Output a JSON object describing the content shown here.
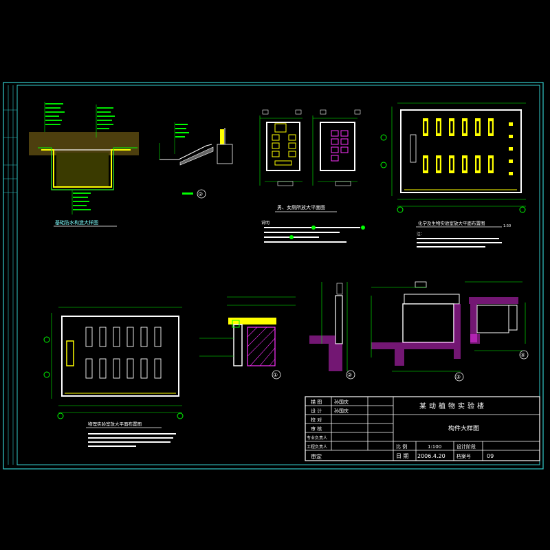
{
  "title_block": {
    "project": "某动植物实验楼",
    "drawing_title": "构件大样图",
    "rows": [
      {
        "label": "描 图",
        "value": "孙国庆"
      },
      {
        "label": "设 计",
        "value": "孙国庆"
      },
      {
        "label": "校 对",
        "value": ""
      },
      {
        "label": "审 核",
        "value": ""
      },
      {
        "label": "专业负责人",
        "value": ""
      },
      {
        "label": "工程负责人",
        "value": ""
      }
    ],
    "approve_label": "审定",
    "scale_label": "比 例",
    "scale_value": "1:100",
    "stage_label": "设计阶段",
    "date_label": "日 期",
    "date_value": "2006.4.20",
    "number_label": "档案号",
    "number_value": "09"
  },
  "details": {
    "d1_title": "基础防水构造大样图",
    "d2_title": "男、女厕所放大平面图",
    "d3_title": "化学及生物实验室放大平面布置图",
    "d4_title": "物理实验室放大平面布置图",
    "notes_heading": "说明",
    "notes_heading_2": "注：",
    "callout_1": "①",
    "callout_2": "②",
    "callout_3": "③",
    "callout_4": "④",
    "scale_tag": "1:50"
  },
  "colors": {
    "frame": "#33cccc",
    "wall": "#ffffff",
    "furniture": "#ffff00",
    "dim": "#00ff00",
    "hatch": "#ff33ff",
    "text_cyan": "#7fffff"
  }
}
